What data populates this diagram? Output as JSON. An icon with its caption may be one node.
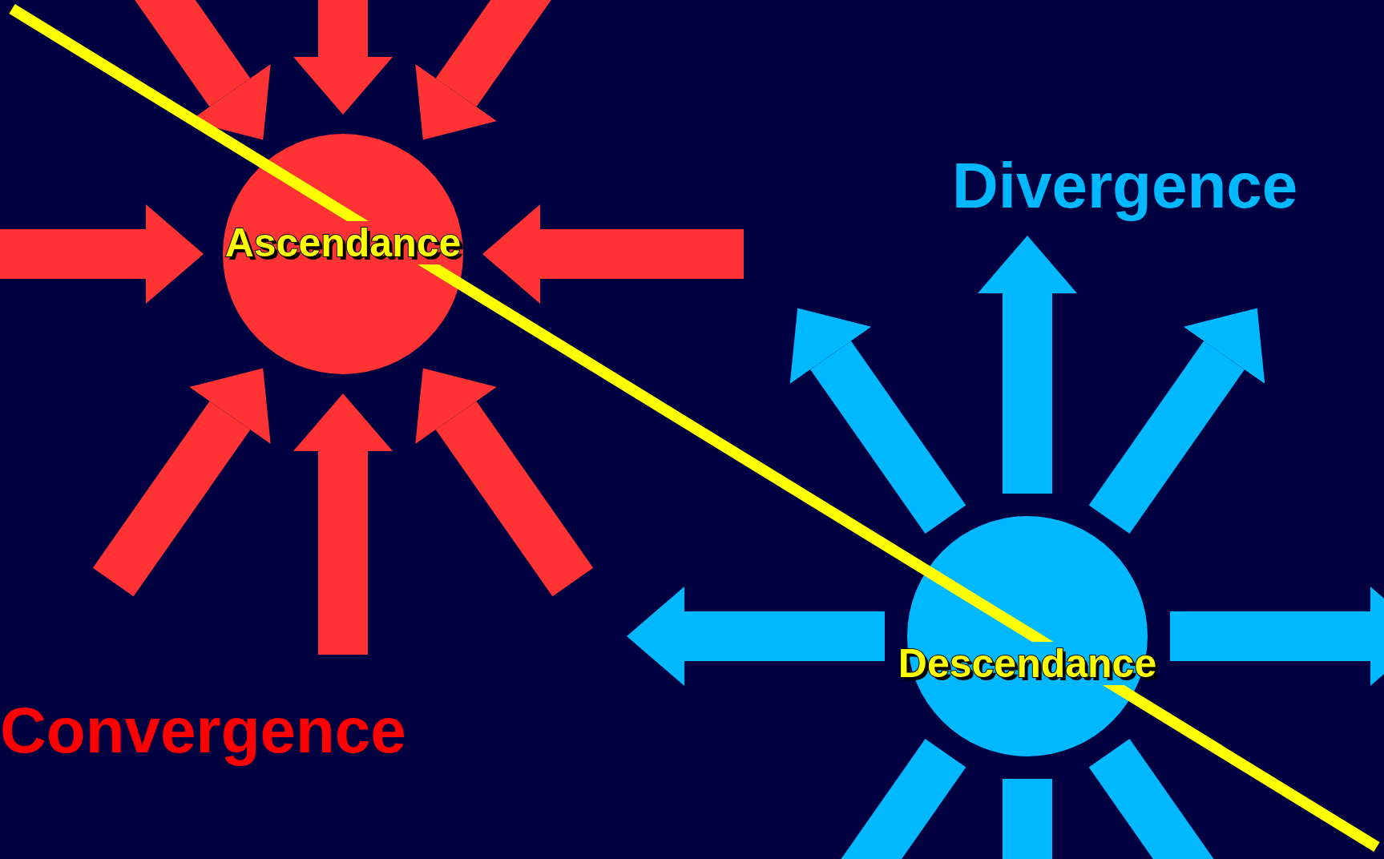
{
  "diagram": {
    "nodes": [
      {
        "text": [
          "Ascendance"
        ]
      },
      {
        "text": [
          "Descendance"
        ]
      }
    ],
    "edges": [
      {
        "from": null,
        "to": 0,
        "arrow": "to",
        "color": "#ff3333"
      },
      {
        "from": null,
        "to": 0,
        "arrow": "to",
        "color": "#ff3333"
      },
      {
        "from": null,
        "to": 0,
        "arrow": "to",
        "color": "#ff3333"
      },
      {
        "from": null,
        "to": 0,
        "arrow": "to",
        "color": "#ff3333"
      },
      {
        "from": null,
        "to": 0,
        "arrow": "to",
        "color": "#ff3333"
      },
      {
        "from": null,
        "to": 0,
        "arrow": "to",
        "color": "#ff3333"
      },
      {
        "from": null,
        "to": 0,
        "arrow": "to",
        "color": "#ff3333"
      },
      {
        "from": null,
        "to": 0,
        "arrow": "to",
        "color": "#ff3333"
      },
      {
        "from": 1,
        "to": null,
        "arrow": "to",
        "color": "#00b8ff"
      },
      {
        "from": 1,
        "to": null,
        "arrow": "to",
        "color": "#00b8ff"
      },
      {
        "from": 1,
        "to": null,
        "arrow": "to",
        "color": "#00b8ff"
      },
      {
        "from": 1,
        "to": null,
        "arrow": "to",
        "color": "#00b8ff"
      },
      {
        "from": 1,
        "to": null,
        "arrow": "to",
        "color": "#00b8ff"
      },
      {
        "from": 1,
        "to": null,
        "arrow": "to",
        "color": "#00b8ff"
      },
      {
        "from": 1,
        "to": null,
        "arrow": "to",
        "color": "#00b8ff"
      },
      {
        "from": 1,
        "to": null,
        "arrow": "to",
        "color": "#00b8ff"
      }
    ],
    "labels": [
      "Divergence",
      "Convergence"
    ]
  }
}
